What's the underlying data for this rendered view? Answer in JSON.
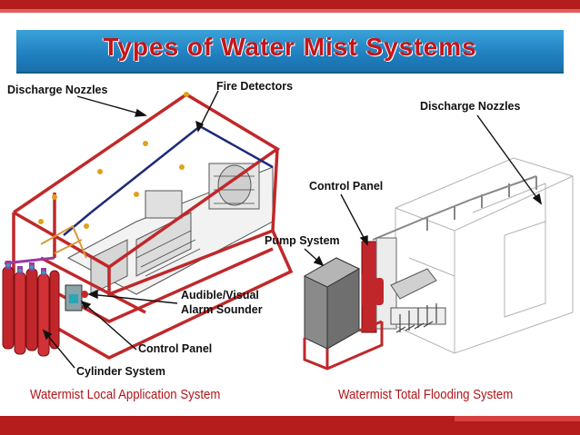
{
  "title": "Types of Water Mist Systems",
  "labels": {
    "discharge_nozzles_left": "Discharge Nozzles",
    "fire_detectors": "Fire Detectors",
    "audible_visual_1": "Audible/Visual",
    "audible_visual_2": "Alarm Sounder",
    "control_panel_left": "Control Panel",
    "cylinder_system": "Cylinder System",
    "discharge_nozzles_right": "Discharge Nozzles",
    "control_panel_right": "Control Panel",
    "pump_system": "Pump System"
  },
  "captions": {
    "left": "Watermist Local Application System",
    "right": "Watermist Total Flooding System"
  },
  "colors": {
    "brand_red": "#b51c1c",
    "pipe_red": "#c0282a",
    "detector_blue": "#1d2a7a",
    "title_band": "#1f7fbf"
  }
}
